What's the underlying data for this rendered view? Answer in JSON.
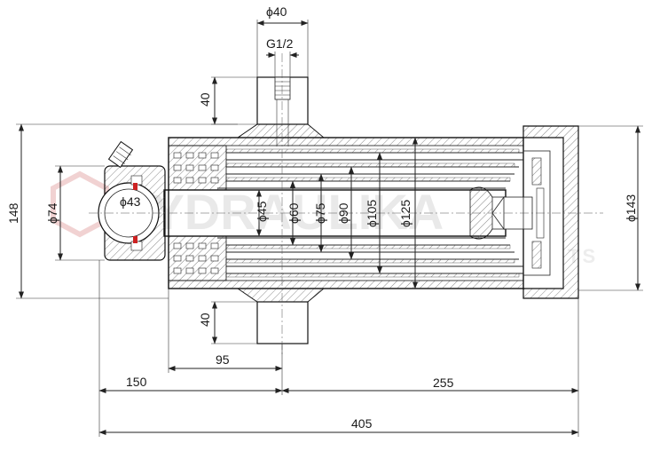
{
  "watermark": {
    "brand": "HYDRAULIKA",
    "sub": "TS"
  },
  "dimensions": {
    "top_port_diameter": "ϕ40",
    "thread": "G1/2",
    "top_port_height": "40",
    "bottom_port_height": "40",
    "overall_height": "148",
    "eye_outer_diameter": "ϕ74",
    "ball_diameter": "ϕ43",
    "stage_1": "ϕ45",
    "stage_2": "ϕ60",
    "stage_3": "ϕ75",
    "stage_4": "ϕ90",
    "stage_5": "ϕ105",
    "stage_6": "ϕ125",
    "base_diameter": "ϕ143",
    "port_offset": "95",
    "length_left": "150",
    "length_right": "255",
    "length_total": "405"
  },
  "colors": {
    "line": "#222222",
    "hatch": "#555555",
    "watermark": "#e9e9e9",
    "accent_red": "#cc2222"
  }
}
